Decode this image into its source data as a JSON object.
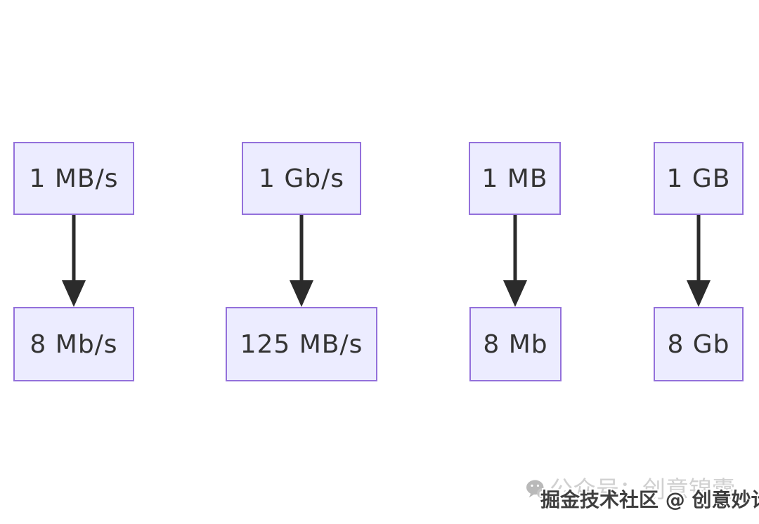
{
  "page": {
    "background": "#ffffff"
  },
  "diagram": {
    "type": "flowchart",
    "description": "Four vertical unit-conversion pairs, each top node pointing down with an arrow to its converted value",
    "columns": [
      {
        "top": "1 MB/s",
        "bottom": "8 Mb/s"
      },
      {
        "top": "1 Gb/s",
        "bottom": "125 MB/s"
      },
      {
        "top": "1 MB",
        "bottom": "8 Mb"
      },
      {
        "top": "1 GB",
        "bottom": "8 Gb"
      }
    ],
    "colors": {
      "node_fill": "#ECECFF",
      "node_border": "#9370DB",
      "node_text": "#333333",
      "arrow": "#2b2b2b"
    }
  },
  "watermark": {
    "icon": "wechat-icon",
    "background_text": "公众号：创意锦囊",
    "foreground_text": "掘金技术社区 @ 创意妙计",
    "colors": {
      "wm_gray": "#d0d0d0",
      "wm_dark": "#3e3e3e"
    }
  }
}
